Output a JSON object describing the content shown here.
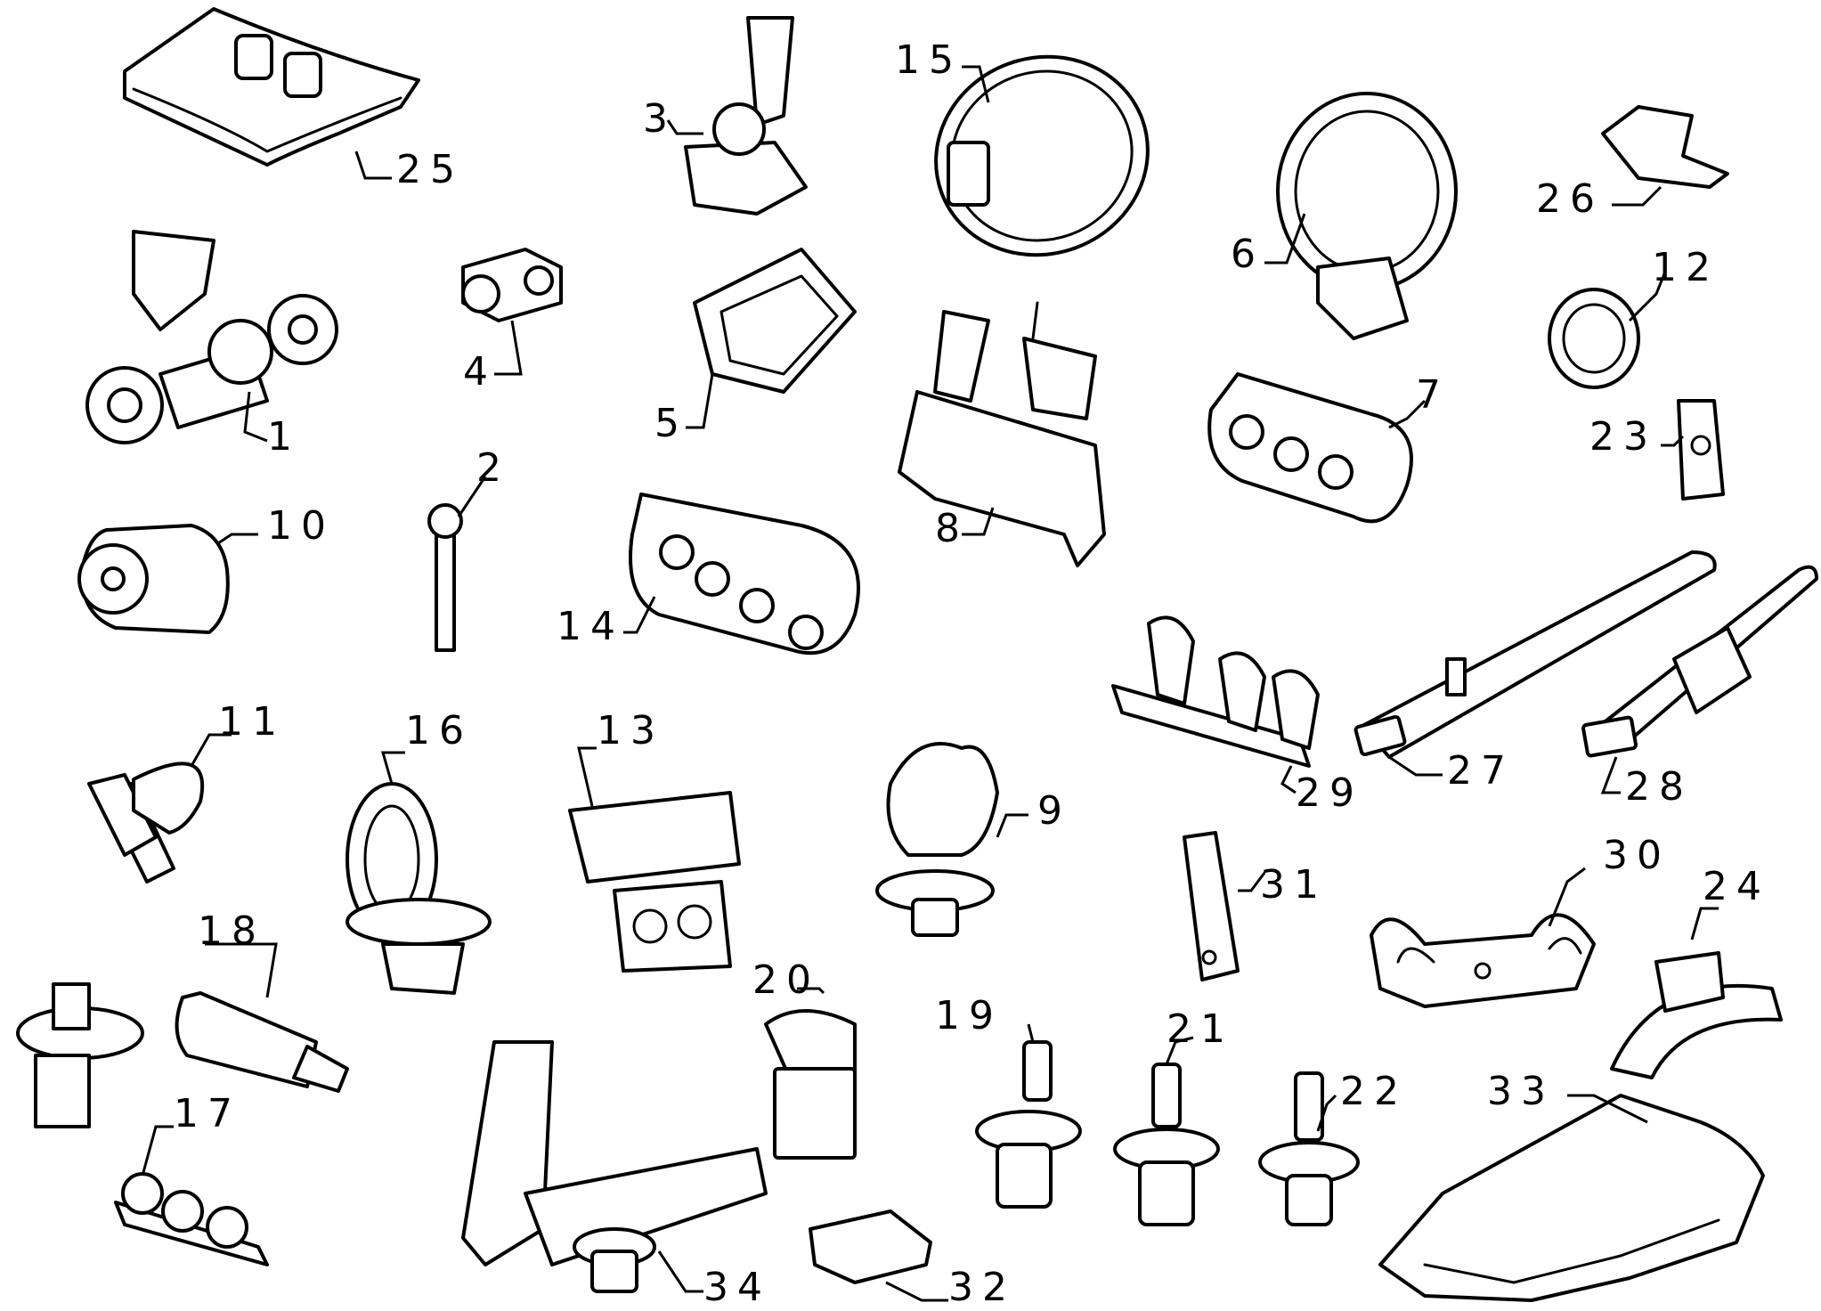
{
  "labels": {
    "p1": "1",
    "p2": "2",
    "p3": "3",
    "p4": "4",
    "p5": "5",
    "p6": "6",
    "p7": "7",
    "p8": "8",
    "p9": "9",
    "p10": "10",
    "p11": "11",
    "p12": "12",
    "p13": "13",
    "p14": "14",
    "p15": "15",
    "p16": "16",
    "p17": "17",
    "p18": "18",
    "p19": "19",
    "p20": "20",
    "p21": "21",
    "p22": "22",
    "p23": "23",
    "p24": "24",
    "p25": "25",
    "p26": "26",
    "p27": "27",
    "p28": "28",
    "p29": "29",
    "p30": "30",
    "p31": "31",
    "p32": "32",
    "p33": "33",
    "p34": "34"
  }
}
